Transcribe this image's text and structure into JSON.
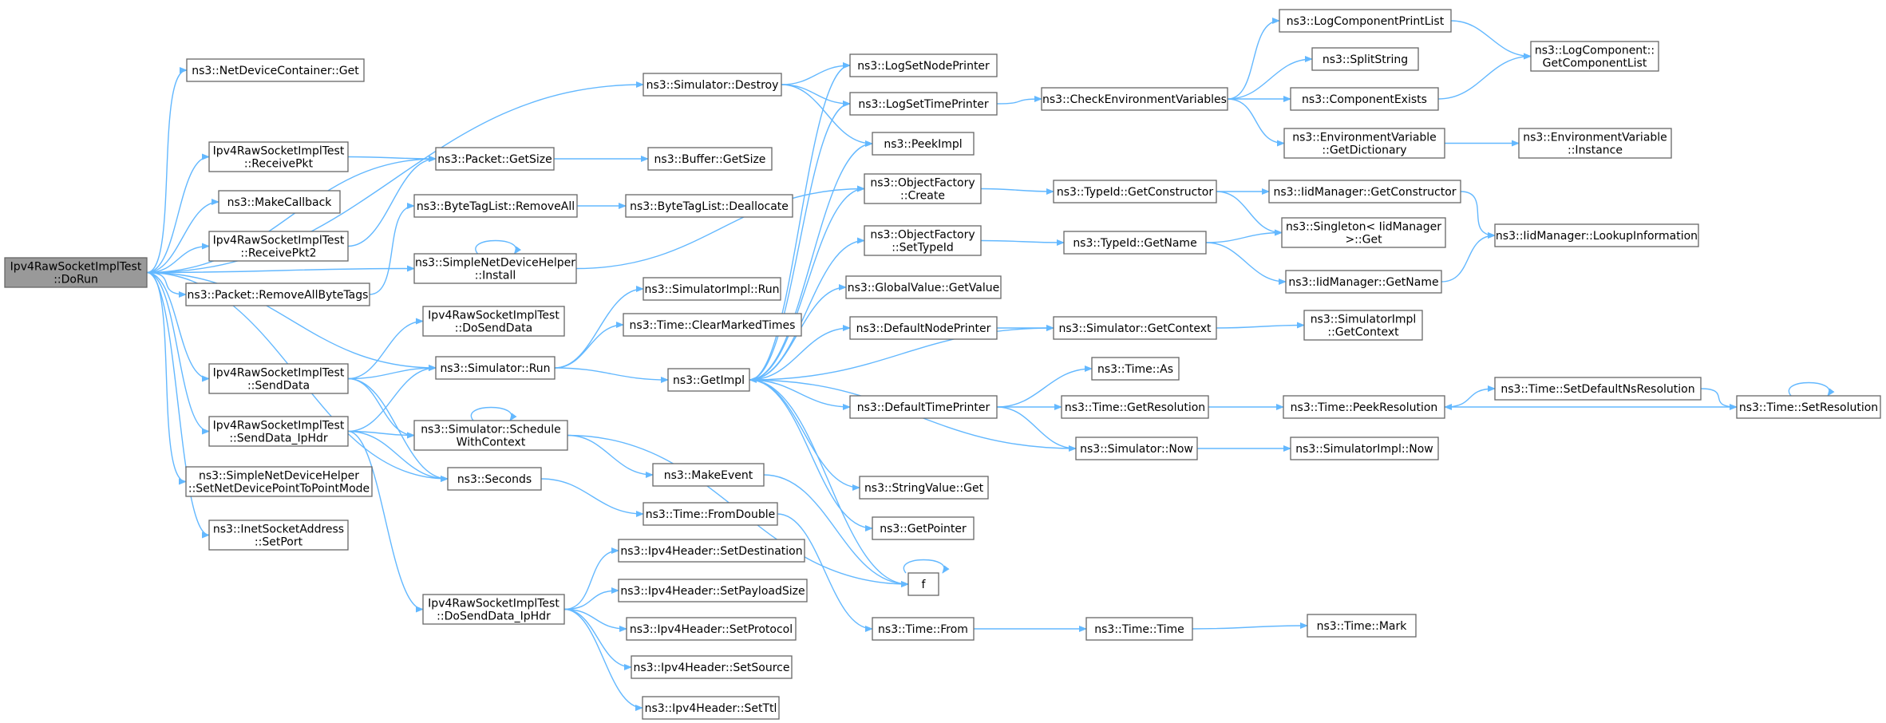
{
  "graph": {
    "root": "n_dorun",
    "nodes": [
      {
        "id": "n_dorun",
        "lines": [
          "Ipv4RawSocketImplTest",
          "::DoRun"
        ]
      },
      {
        "id": "n_ndcget",
        "lines": [
          "ns3::NetDeviceContainer::Get"
        ]
      },
      {
        "id": "n_rcvpkt",
        "lines": [
          "Ipv4RawSocketImplTest",
          "::ReceivePkt"
        ]
      },
      {
        "id": "n_makecb",
        "lines": [
          "ns3::MakeCallback"
        ]
      },
      {
        "id": "n_rcvpkt2",
        "lines": [
          "Ipv4RawSocketImplTest",
          "::ReceivePkt2"
        ]
      },
      {
        "id": "n_rmtags",
        "lines": [
          "ns3::Packet::RemoveAllByteTags"
        ]
      },
      {
        "id": "n_senddata",
        "lines": [
          "Ipv4RawSocketImplTest",
          "::SendData"
        ]
      },
      {
        "id": "n_senddataip",
        "lines": [
          "Ipv4RawSocketImplTest",
          "::SendData_IpHdr"
        ]
      },
      {
        "id": "n_setp2p",
        "lines": [
          "ns3::SimpleNetDeviceHelper",
          "::SetNetDevicePointToPointMode"
        ]
      },
      {
        "id": "n_setport",
        "lines": [
          "ns3::InetSocketAddress",
          "::SetPort"
        ]
      },
      {
        "id": "n_destroy",
        "lines": [
          "ns3::Simulator::Destroy"
        ]
      },
      {
        "id": "n_pktsize",
        "lines": [
          "ns3::Packet::GetSize"
        ]
      },
      {
        "id": "n_btlrm",
        "lines": [
          "ns3::ByteTagList::RemoveAll"
        ]
      },
      {
        "id": "n_install",
        "lines": [
          "ns3::SimpleNetDeviceHelper",
          "::Install"
        ]
      },
      {
        "id": "n_dosend",
        "lines": [
          "Ipv4RawSocketImplTest",
          "::DoSendData"
        ]
      },
      {
        "id": "n_simrun",
        "lines": [
          "ns3::Simulator::Run"
        ]
      },
      {
        "id": "n_schedctx",
        "lines": [
          "ns3::Simulator::Schedule",
          "WithContext"
        ]
      },
      {
        "id": "n_seconds",
        "lines": [
          "ns3::Seconds"
        ]
      },
      {
        "id": "n_dosendip",
        "lines": [
          "Ipv4RawSocketImplTest",
          "::DoSendData_IpHdr"
        ]
      },
      {
        "id": "n_bufsize",
        "lines": [
          "ns3::Buffer::GetSize"
        ]
      },
      {
        "id": "n_btldealloc",
        "lines": [
          "ns3::ByteTagList::Deallocate"
        ]
      },
      {
        "id": "n_simimplrun",
        "lines": [
          "ns3::SimulatorImpl::Run"
        ]
      },
      {
        "id": "n_clearmarked",
        "lines": [
          "ns3::Time::ClearMarkedTimes"
        ]
      },
      {
        "id": "n_getimpl",
        "lines": [
          "ns3::GetImpl"
        ]
      },
      {
        "id": "n_makeevent",
        "lines": [
          "ns3::MakeEvent"
        ]
      },
      {
        "id": "n_fromdouble",
        "lines": [
          "ns3::Time::FromDouble"
        ]
      },
      {
        "id": "n_setdest",
        "lines": [
          "ns3::Ipv4Header::SetDestination"
        ]
      },
      {
        "id": "n_setpayload",
        "lines": [
          "ns3::Ipv4Header::SetPayloadSize"
        ]
      },
      {
        "id": "n_setproto",
        "lines": [
          "ns3::Ipv4Header::SetProtocol"
        ]
      },
      {
        "id": "n_setsrc",
        "lines": [
          "ns3::Ipv4Header::SetSource"
        ]
      },
      {
        "id": "n_setttl",
        "lines": [
          "ns3::Ipv4Header::SetTtl"
        ]
      },
      {
        "id": "n_lognode",
        "lines": [
          "ns3::LogSetNodePrinter"
        ]
      },
      {
        "id": "n_logtime",
        "lines": [
          "ns3::LogSetTimePrinter"
        ]
      },
      {
        "id": "n_peekimpl",
        "lines": [
          "ns3::PeekImpl"
        ]
      },
      {
        "id": "n_ofcreate",
        "lines": [
          "ns3::ObjectFactory",
          "::Create"
        ]
      },
      {
        "id": "n_ofsettype",
        "lines": [
          "ns3::ObjectFactory",
          "::SetTypeId"
        ]
      },
      {
        "id": "n_gvget",
        "lines": [
          "ns3::GlobalValue::GetValue"
        ]
      },
      {
        "id": "n_defnode",
        "lines": [
          "ns3::DefaultNodePrinter"
        ]
      },
      {
        "id": "n_deftime",
        "lines": [
          "ns3::DefaultTimePrinter"
        ]
      },
      {
        "id": "n_strget",
        "lines": [
          "ns3::StringValue::Get"
        ]
      },
      {
        "id": "n_getptr",
        "lines": [
          "ns3::GetPointer"
        ]
      },
      {
        "id": "n_f",
        "lines": [
          "f"
        ]
      },
      {
        "id": "n_timefrom",
        "lines": [
          "ns3::Time::From"
        ]
      },
      {
        "id": "n_checkenv",
        "lines": [
          "ns3::CheckEnvironmentVariables"
        ]
      },
      {
        "id": "n_getctor",
        "lines": [
          "ns3::TypeId::GetConstructor"
        ]
      },
      {
        "id": "n_getname",
        "lines": [
          "ns3::TypeId::GetName"
        ]
      },
      {
        "id": "n_simctx",
        "lines": [
          "ns3::Simulator::GetContext"
        ]
      },
      {
        "id": "n_timeas",
        "lines": [
          "ns3::Time::As"
        ]
      },
      {
        "id": "n_getres",
        "lines": [
          "ns3::Time::GetResolution"
        ]
      },
      {
        "id": "n_simnow",
        "lines": [
          "ns3::Simulator::Now"
        ]
      },
      {
        "id": "n_timetime",
        "lines": [
          "ns3::Time::Time"
        ]
      },
      {
        "id": "n_logprint",
        "lines": [
          "ns3::LogComponentPrintList"
        ]
      },
      {
        "id": "n_split",
        "lines": [
          "ns3::SplitString"
        ]
      },
      {
        "id": "n_compexists",
        "lines": [
          "ns3::ComponentExists"
        ]
      },
      {
        "id": "n_envdict",
        "lines": [
          "ns3::EnvironmentVariable",
          "::GetDictionary"
        ]
      },
      {
        "id": "n_iidctor",
        "lines": [
          "ns3::IidManager::GetConstructor"
        ]
      },
      {
        "id": "n_singleton",
        "lines": [
          "ns3::Singleton< IidManager",
          " >::Get"
        ]
      },
      {
        "id": "n_iidname",
        "lines": [
          "ns3::IidManager::GetName"
        ]
      },
      {
        "id": "n_simimplctx",
        "lines": [
          "ns3::SimulatorImpl",
          "::GetContext"
        ]
      },
      {
        "id": "n_peekres",
        "lines": [
          "ns3::Time::PeekResolution"
        ]
      },
      {
        "id": "n_simimplnow",
        "lines": [
          "ns3::SimulatorImpl::Now"
        ]
      },
      {
        "id": "n_timemark",
        "lines": [
          "ns3::Time::Mark"
        ]
      },
      {
        "id": "n_logcomplist",
        "lines": [
          "ns3::LogComponent::",
          "GetComponentList"
        ]
      },
      {
        "id": "n_envinst",
        "lines": [
          "ns3::EnvironmentVariable",
          "::Instance"
        ]
      },
      {
        "id": "n_lookup",
        "lines": [
          "ns3::IidManager::LookupInformation"
        ]
      },
      {
        "id": "n_setdefns",
        "lines": [
          "ns3::Time::SetDefaultNsResolution"
        ]
      },
      {
        "id": "n_setres",
        "lines": [
          "ns3::Time::SetResolution"
        ]
      }
    ],
    "edges": [
      [
        "n_dorun",
        "n_destroy"
      ],
      [
        "n_dorun",
        "n_ndcget"
      ],
      [
        "n_dorun",
        "n_pktsize"
      ],
      [
        "n_dorun",
        "n_rcvpkt"
      ],
      [
        "n_dorun",
        "n_makecb"
      ],
      [
        "n_dorun",
        "n_rcvpkt2"
      ],
      [
        "n_dorun",
        "n_rmtags"
      ],
      [
        "n_dorun",
        "n_install"
      ],
      [
        "n_dorun",
        "n_senddata"
      ],
      [
        "n_dorun",
        "n_simrun"
      ],
      [
        "n_dorun",
        "n_senddataip"
      ],
      [
        "n_dorun",
        "n_setp2p"
      ],
      [
        "n_dorun",
        "n_setport"
      ],
      [
        "n_dorun",
        "n_seconds"
      ],
      [
        "n_rcvpkt",
        "n_pktsize"
      ],
      [
        "n_rcvpkt2",
        "n_pktsize"
      ],
      [
        "n_rmtags",
        "n_btlrm"
      ],
      [
        "n_install",
        "n_install"
      ],
      [
        "n_install",
        "n_ofcreate"
      ],
      [
        "n_senddata",
        "n_dosend"
      ],
      [
        "n_senddata",
        "n_simrun"
      ],
      [
        "n_senddata",
        "n_schedctx"
      ],
      [
        "n_senddata",
        "n_seconds"
      ],
      [
        "n_senddataip",
        "n_simrun"
      ],
      [
        "n_senddataip",
        "n_schedctx"
      ],
      [
        "n_senddataip",
        "n_seconds"
      ],
      [
        "n_senddataip",
        "n_dosendip"
      ],
      [
        "n_destroy",
        "n_lognode"
      ],
      [
        "n_destroy",
        "n_logtime"
      ],
      [
        "n_destroy",
        "n_peekimpl"
      ],
      [
        "n_pktsize",
        "n_bufsize"
      ],
      [
        "n_btlrm",
        "n_btldealloc"
      ],
      [
        "n_simrun",
        "n_simimplrun"
      ],
      [
        "n_simrun",
        "n_clearmarked"
      ],
      [
        "n_simrun",
        "n_getimpl"
      ],
      [
        "n_schedctx",
        "n_schedctx"
      ],
      [
        "n_schedctx",
        "n_makeevent"
      ],
      [
        "n_schedctx",
        "n_f"
      ],
      [
        "n_seconds",
        "n_fromdouble"
      ],
      [
        "n_dosendip",
        "n_setdest"
      ],
      [
        "n_dosendip",
        "n_setpayload"
      ],
      [
        "n_dosendip",
        "n_setproto"
      ],
      [
        "n_dosendip",
        "n_setsrc"
      ],
      [
        "n_dosendip",
        "n_setttl"
      ],
      [
        "n_makeevent",
        "n_f"
      ],
      [
        "n_fromdouble",
        "n_timefrom"
      ],
      [
        "n_getimpl",
        "n_lognode"
      ],
      [
        "n_getimpl",
        "n_logtime"
      ],
      [
        "n_getimpl",
        "n_peekimpl"
      ],
      [
        "n_getimpl",
        "n_ofcreate"
      ],
      [
        "n_getimpl",
        "n_ofsettype"
      ],
      [
        "n_getimpl",
        "n_gvget"
      ],
      [
        "n_getimpl",
        "n_defnode"
      ],
      [
        "n_getimpl",
        "n_deftime"
      ],
      [
        "n_getimpl",
        "n_strget"
      ],
      [
        "n_getimpl",
        "n_getptr"
      ],
      [
        "n_getimpl",
        "n_f"
      ],
      [
        "n_getimpl",
        "n_simctx"
      ],
      [
        "n_simnow",
        "n_getimpl"
      ],
      [
        "n_f",
        "n_f"
      ],
      [
        "n_logtime",
        "n_checkenv"
      ],
      [
        "n_ofcreate",
        "n_getctor"
      ],
      [
        "n_ofsettype",
        "n_getname"
      ],
      [
        "n_defnode",
        "n_simctx"
      ],
      [
        "n_deftime",
        "n_timeas"
      ],
      [
        "n_deftime",
        "n_getres"
      ],
      [
        "n_deftime",
        "n_simnow"
      ],
      [
        "n_timefrom",
        "n_timetime"
      ],
      [
        "n_checkenv",
        "n_logprint"
      ],
      [
        "n_checkenv",
        "n_split"
      ],
      [
        "n_checkenv",
        "n_compexists"
      ],
      [
        "n_checkenv",
        "n_envdict"
      ],
      [
        "n_getctor",
        "n_iidctor"
      ],
      [
        "n_getctor",
        "n_singleton"
      ],
      [
        "n_getname",
        "n_singleton"
      ],
      [
        "n_getname",
        "n_iidname"
      ],
      [
        "n_simctx",
        "n_simimplctx"
      ],
      [
        "n_getres",
        "n_peekres"
      ],
      [
        "n_simnow",
        "n_simimplnow"
      ],
      [
        "n_timetime",
        "n_timemark"
      ],
      [
        "n_logprint",
        "n_logcomplist"
      ],
      [
        "n_compexists",
        "n_logcomplist"
      ],
      [
        "n_envdict",
        "n_envinst"
      ],
      [
        "n_iidctor",
        "n_lookup"
      ],
      [
        "n_iidname",
        "n_lookup"
      ],
      [
        "n_peekres",
        "n_setdefns"
      ],
      [
        "n_setdefns",
        "n_setres"
      ],
      [
        "n_setres",
        "n_peekres"
      ],
      [
        "n_setres",
        "n_setres"
      ]
    ]
  }
}
